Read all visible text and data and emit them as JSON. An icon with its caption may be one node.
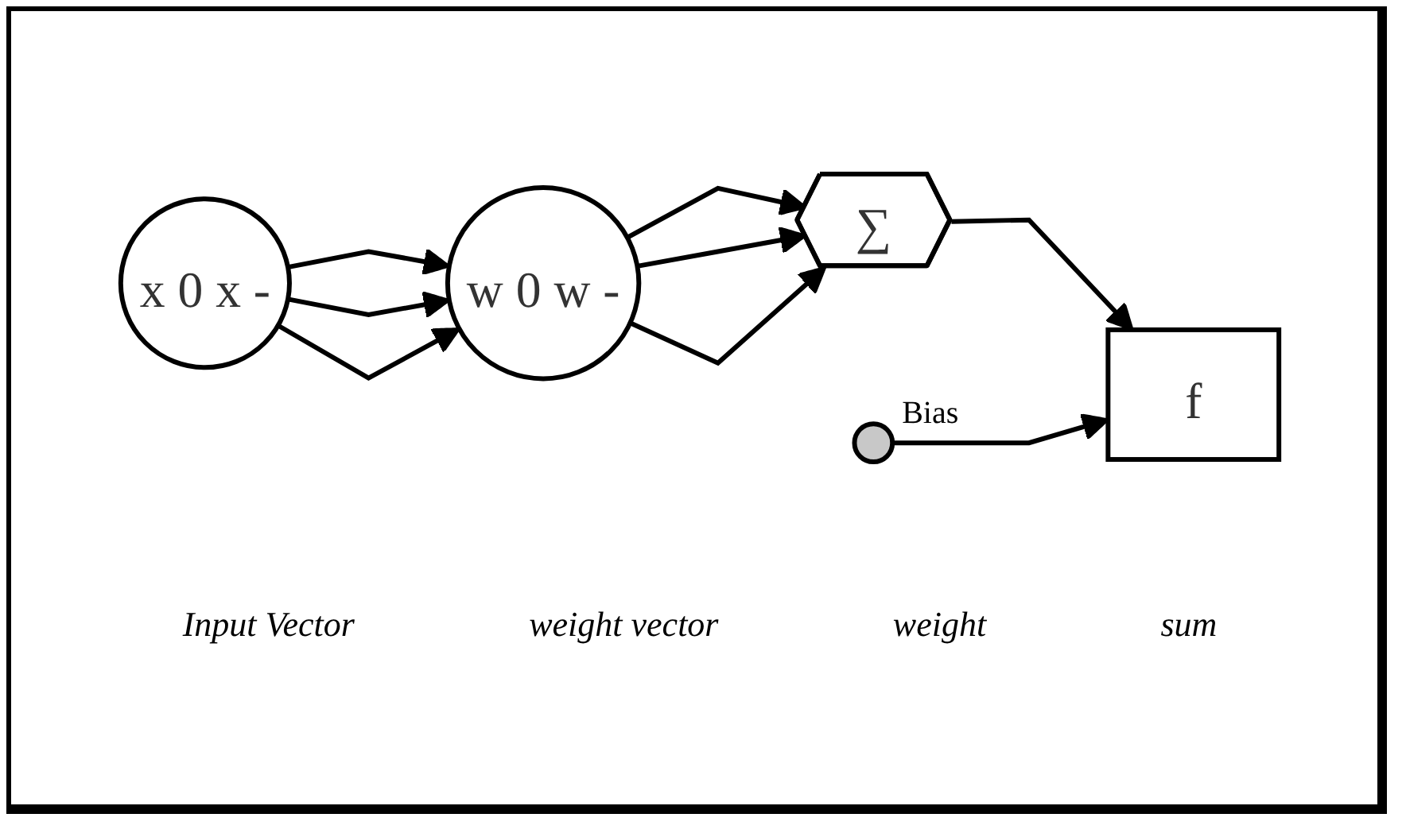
{
  "diagram": {
    "nodes": [
      {
        "text": [
          "x",
          "0",
          "x",
          "-"
        ]
      },
      {
        "text": [
          "w",
          "0",
          "w",
          "-"
        ]
      },
      {
        "text": [
          "∑"
        ]
      },
      {
        "text": [],
        "shape": "circle",
        "beside": [
          "Bias"
        ]
      },
      {
        "text": [
          "f"
        ]
      }
    ],
    "edges": [
      {
        "from": 0,
        "to": 1,
        "arrow": "to"
      },
      {
        "from": 0,
        "to": 1,
        "arrow": "to"
      },
      {
        "from": 0,
        "to": 1,
        "arrow": "to"
      },
      {
        "from": 1,
        "to": 2,
        "arrow": "to"
      },
      {
        "from": 1,
        "to": 2,
        "arrow": "to"
      },
      {
        "from": 1,
        "to": 2,
        "arrow": "to"
      },
      {
        "from": 2,
        "to": 4,
        "arrow": "to"
      },
      {
        "from": 3,
        "to": 4,
        "arrow": "to"
      }
    ],
    "labels": [
      "Input Vector",
      "weight vector",
      "weight",
      "sum"
    ]
  }
}
